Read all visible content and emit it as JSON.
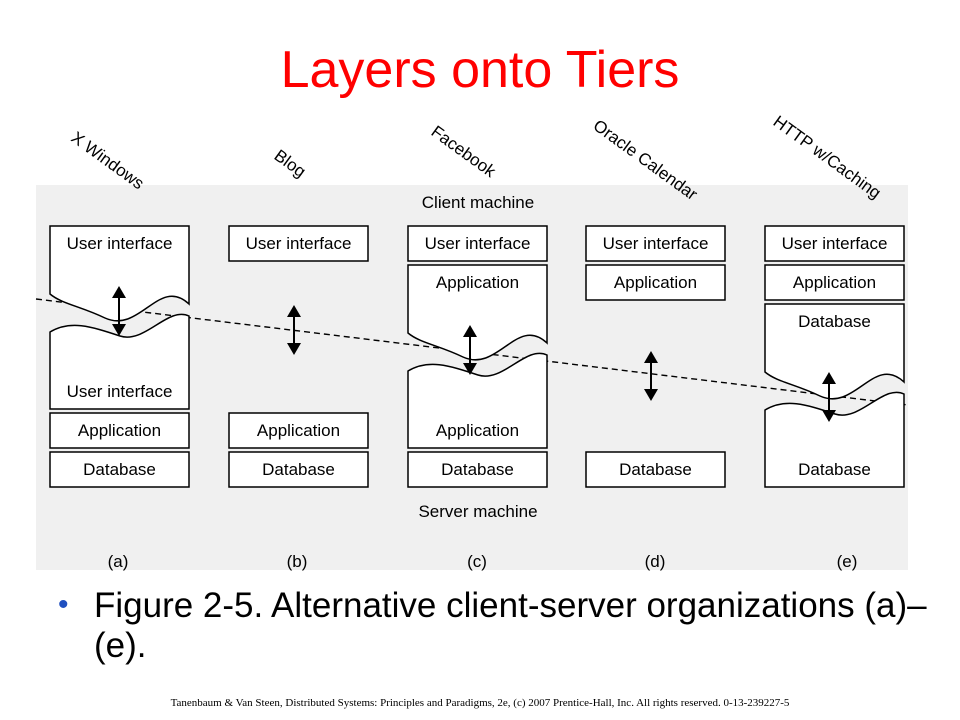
{
  "title": "Layers onto Tiers",
  "diagram": {
    "region_labels": {
      "client": "Client machine",
      "server": "Server machine"
    },
    "annotations": [
      {
        "id": "a",
        "text": "X Windows"
      },
      {
        "id": "b",
        "text": "Blog"
      },
      {
        "id": "c",
        "text": "Facebook"
      },
      {
        "id": "d",
        "text": "Oracle Calendar"
      },
      {
        "id": "e",
        "text": "HTTP w/Caching"
      }
    ],
    "columns": [
      {
        "id": "a",
        "label": "(a)",
        "client": [
          "User interface"
        ],
        "server": [
          "User interface",
          "Application",
          "Database"
        ],
        "split": "User interface"
      },
      {
        "id": "b",
        "label": "(b)",
        "client": [
          "User interface"
        ],
        "server": [
          "Application",
          "Database"
        ],
        "split": ""
      },
      {
        "id": "c",
        "label": "(c)",
        "client": [
          "User interface",
          "Application"
        ],
        "server": [
          "Application",
          "Database"
        ],
        "split": "Application"
      },
      {
        "id": "d",
        "label": "(d)",
        "client": [
          "User interface",
          "Application"
        ],
        "server": [
          "Database"
        ],
        "split": ""
      },
      {
        "id": "e",
        "label": "(e)",
        "client": [
          "User interface",
          "Application",
          "Database"
        ],
        "server": [
          "Database"
        ],
        "split": "Database"
      }
    ]
  },
  "bullet": "Figure 2-5. Alternative client-server organizations (a)–(e).",
  "footer": "Tanenbaum & Van Steen, Distributed Systems: Principles and Paradigms, 2e, (c) 2007 Prentice-Hall, Inc. All rights reserved. 0-13-239227-5"
}
